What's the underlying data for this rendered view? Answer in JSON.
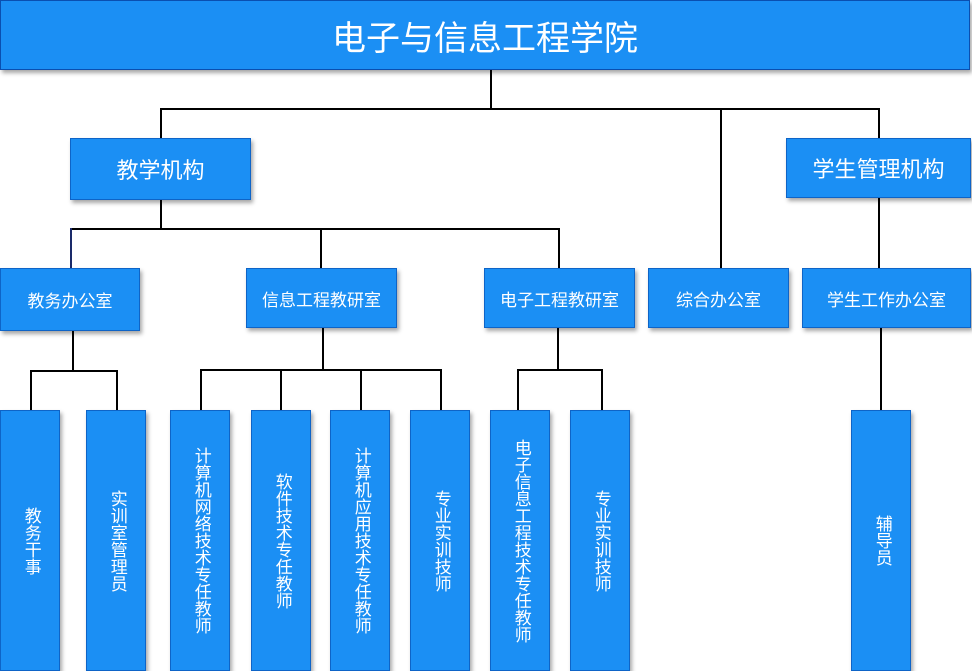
{
  "colors": {
    "box_fill": "#1b8ff4",
    "box_border": "#0e64c7",
    "text": "#ffffff",
    "connector": "#000000"
  },
  "root": {
    "label": "电子与信息工程学院"
  },
  "level1": {
    "teaching": {
      "label": "教学机构"
    },
    "student": {
      "label": "学生管理机构"
    }
  },
  "level2": {
    "academic_office": {
      "label": "教务办公室"
    },
    "info_eng_research": {
      "label": "信息工程教研室"
    },
    "elec_eng_research": {
      "label": "电子工程教研室"
    },
    "general_office": {
      "label": "综合办公室"
    },
    "student_work_office": {
      "label": "学生工作办公室"
    }
  },
  "leaves": {
    "academic_clerk": {
      "label": "教务干事"
    },
    "training_room_manager": {
      "label": "实训室管理员"
    },
    "network_tech_teacher": {
      "label": "计算机网络技术专任教师"
    },
    "software_tech_teacher": {
      "label": "软件技术专任教师"
    },
    "app_tech_teacher": {
      "label": "计算机应用技术专任教师"
    },
    "info_lab_technician": {
      "label": "专业实训技师"
    },
    "electronic_info_teacher": {
      "label": "电子信息工程技术专任教师"
    },
    "elec_lab_technician": {
      "label": "专业实训技师"
    },
    "counselor": {
      "label": "辅导员"
    }
  }
}
